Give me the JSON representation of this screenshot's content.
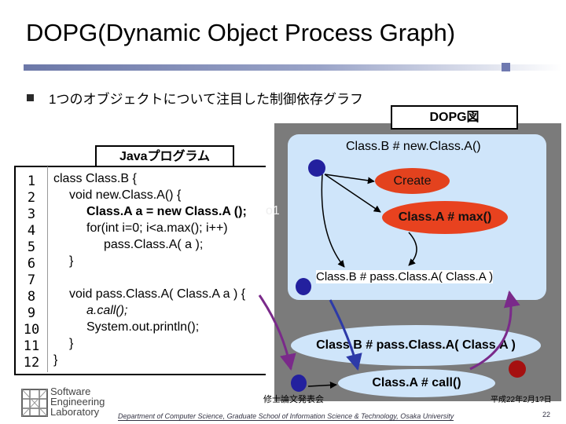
{
  "slide": {
    "title": "DOPG(Dynamic Object Process Graph)",
    "subtitle": "1つのオブジェクトについて注目した制御依存グラフ",
    "dopg_label": "DOPG図",
    "java_label": "Javaプログラム"
  },
  "code": {
    "line_numbers": [
      "1",
      "2",
      "3",
      "4",
      "5",
      "6",
      "7",
      "8",
      "9",
      "10",
      "11",
      "12"
    ],
    "lines": [
      "class Class.B {",
      "void new.Class.A() {",
      "Class.A a = new Class.A ();",
      "for(int i=0; i<a.max(); i++)",
      "pass.Class.A( a );",
      "}",
      "",
      "void pass.Class.A( Class.A a ) {",
      "a.call();",
      "System.out.println();",
      "}",
      "}"
    ]
  },
  "graph": {
    "root_label": "Class.B # new.Class.A()",
    "create_label": "Create",
    "max_label": "Class.A # max()",
    "object_label": "o1",
    "pass_inner_label": "Class.B # pass.Class.A( Class.A )",
    "pass_outer_label": "Class.B # pass.Class.A( Class.A )",
    "call_label": "Class.A # call()",
    "colors": {
      "panel": "#7b7b7b",
      "light": "#cfe5fa",
      "red_node": "#e3421e",
      "blue_node": "#23209e",
      "dark_red_node": "#a51010",
      "arrow_blue": "#2d3aa8",
      "arrow_purple": "#7a2a8a"
    }
  },
  "footer": {
    "left": "修士論文発表会",
    "right": "平成22年2月1?日",
    "department": "Department of Computer Science, Graduate School of Information Science & Technology, Osaka University",
    "page": "22",
    "logo_lines": [
      "Software",
      "Engineering",
      "Laboratory"
    ]
  }
}
